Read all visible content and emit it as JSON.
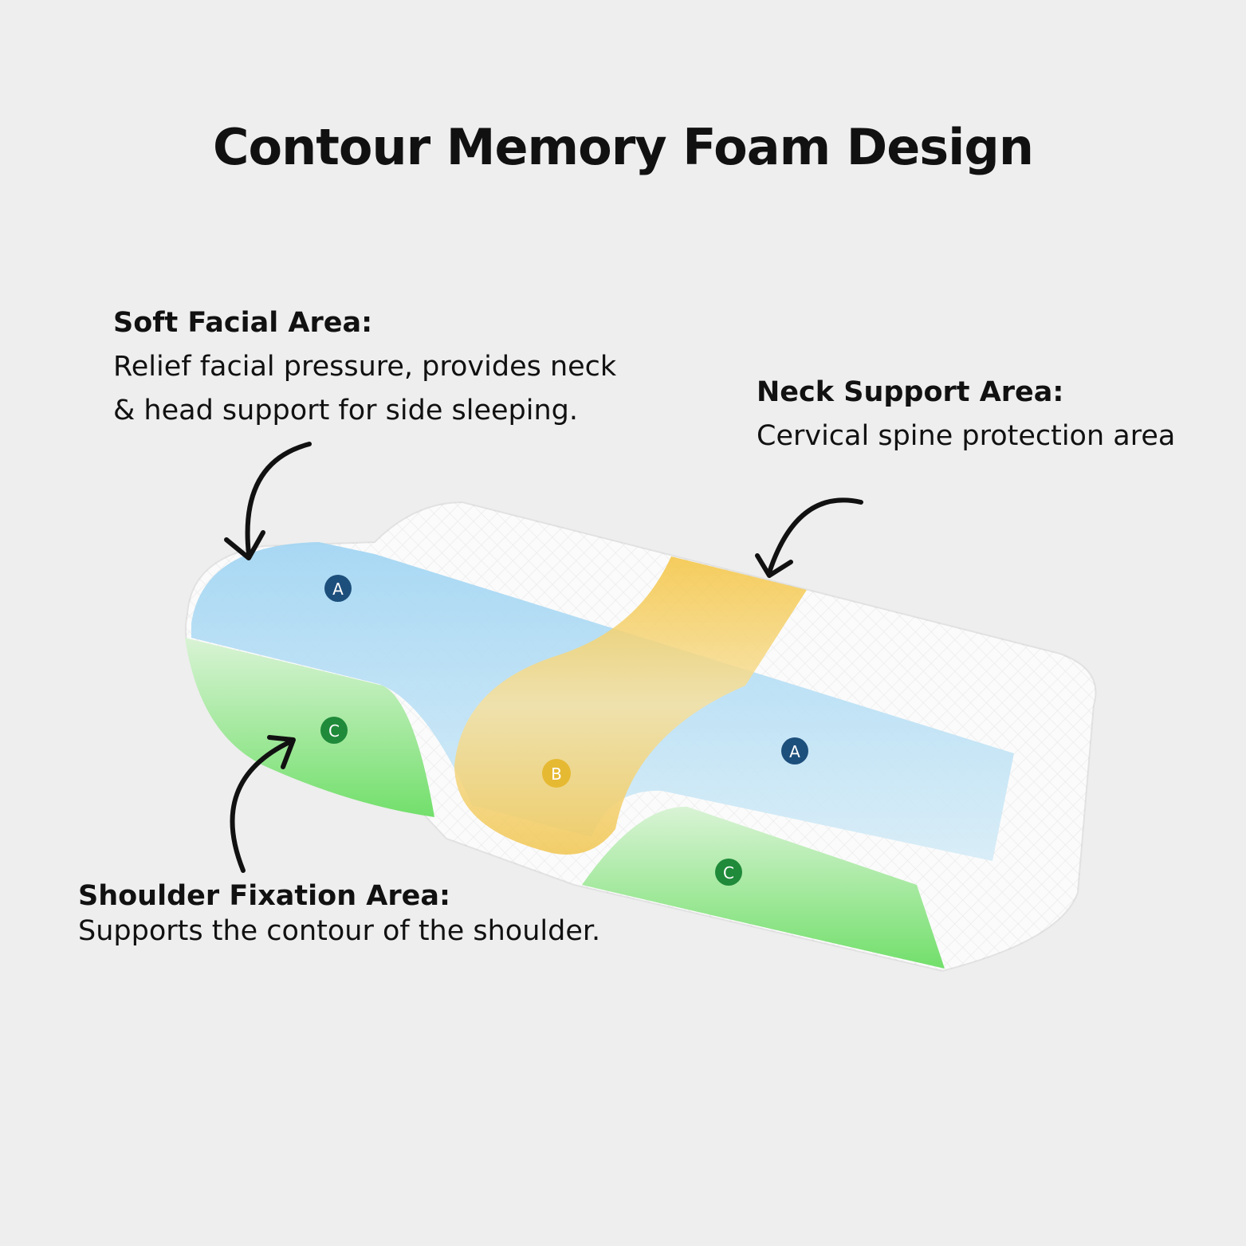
{
  "title": "Contour Memory Foam Design",
  "annotations": {
    "soft_facial": {
      "heading": "Soft Facial Area:",
      "lines": [
        "Relief facial pressure, provides neck",
        "& head support for side sleeping."
      ]
    },
    "neck_support": {
      "heading": "Neck Support Area:",
      "lines": [
        "Cervical spine protection area"
      ]
    },
    "shoulder": {
      "heading": "Shoulder Fixation Area:",
      "lines": [
        "Supports the contour of the shoulder."
      ]
    }
  },
  "badges": {
    "a1": "A",
    "a2": "A",
    "b": "B",
    "c1": "C",
    "c2": "C"
  },
  "colors": {
    "background": "#eeeeee",
    "zone_a": "#a9d8f2",
    "zone_b": "#f3c650",
    "zone_c": "#7fe07a",
    "badge_a": "#1d4f7c",
    "badge_b": "#e6b932",
    "badge_c": "#1f8a3a"
  }
}
